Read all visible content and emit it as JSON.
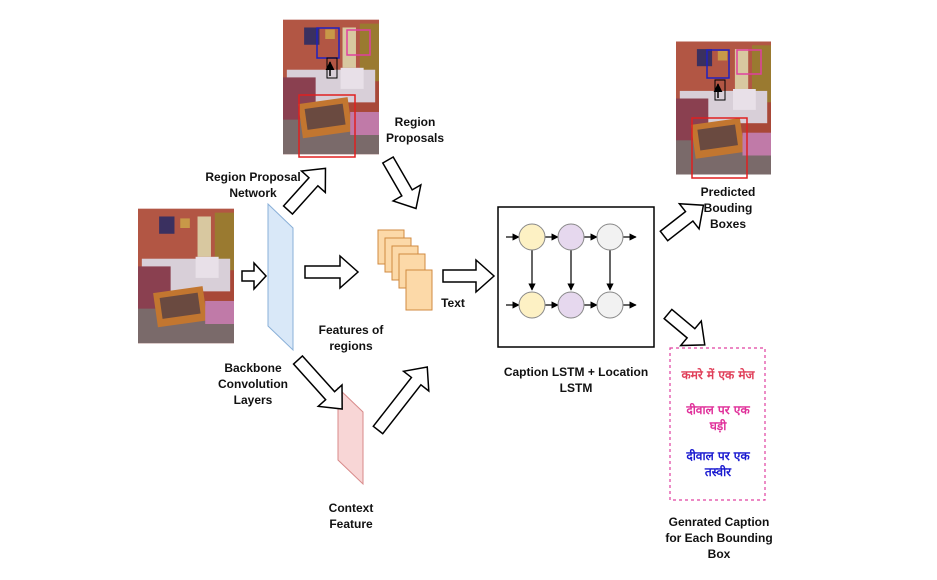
{
  "labels": {
    "region_proposal_network": "Region Proposal\nNetwork",
    "region_proposals": "Region\nProposals",
    "backbone": "Backbone\nConvolution\nLayers",
    "features_of_regions": "Features of\nregions",
    "context_feature": "Context\nFeature",
    "text": "Text",
    "lstm_caption": "Caption LSTM + Location LSTM",
    "predicted_boxes": "Predicted\nBouding\nBoxes",
    "generated_caption": "Genrated Caption\nfor Each Bounding\nBox"
  },
  "captions": [
    {
      "text": "कमरे में एक मेज",
      "color": "#e0405a"
    },
    {
      "text": "दीवाल पर एक\nघड़ी",
      "color": "#e0309a"
    },
    {
      "text": "दीवाल पर एक\nतस्वीर",
      "color": "#1a1ad0"
    }
  ],
  "colors": {
    "lstm_yellow": "#fdf1c4",
    "lstm_purple": "#e6d8ee",
    "lstm_gray": "#f2f2f2",
    "feature_orange": "#fcd9a8",
    "backbone_blue": "#d9e8f8",
    "context_red": "#f8d6d6",
    "box_red": "#e02020",
    "box_blue": "#2020c0",
    "box_pink": "#e040a0"
  }
}
